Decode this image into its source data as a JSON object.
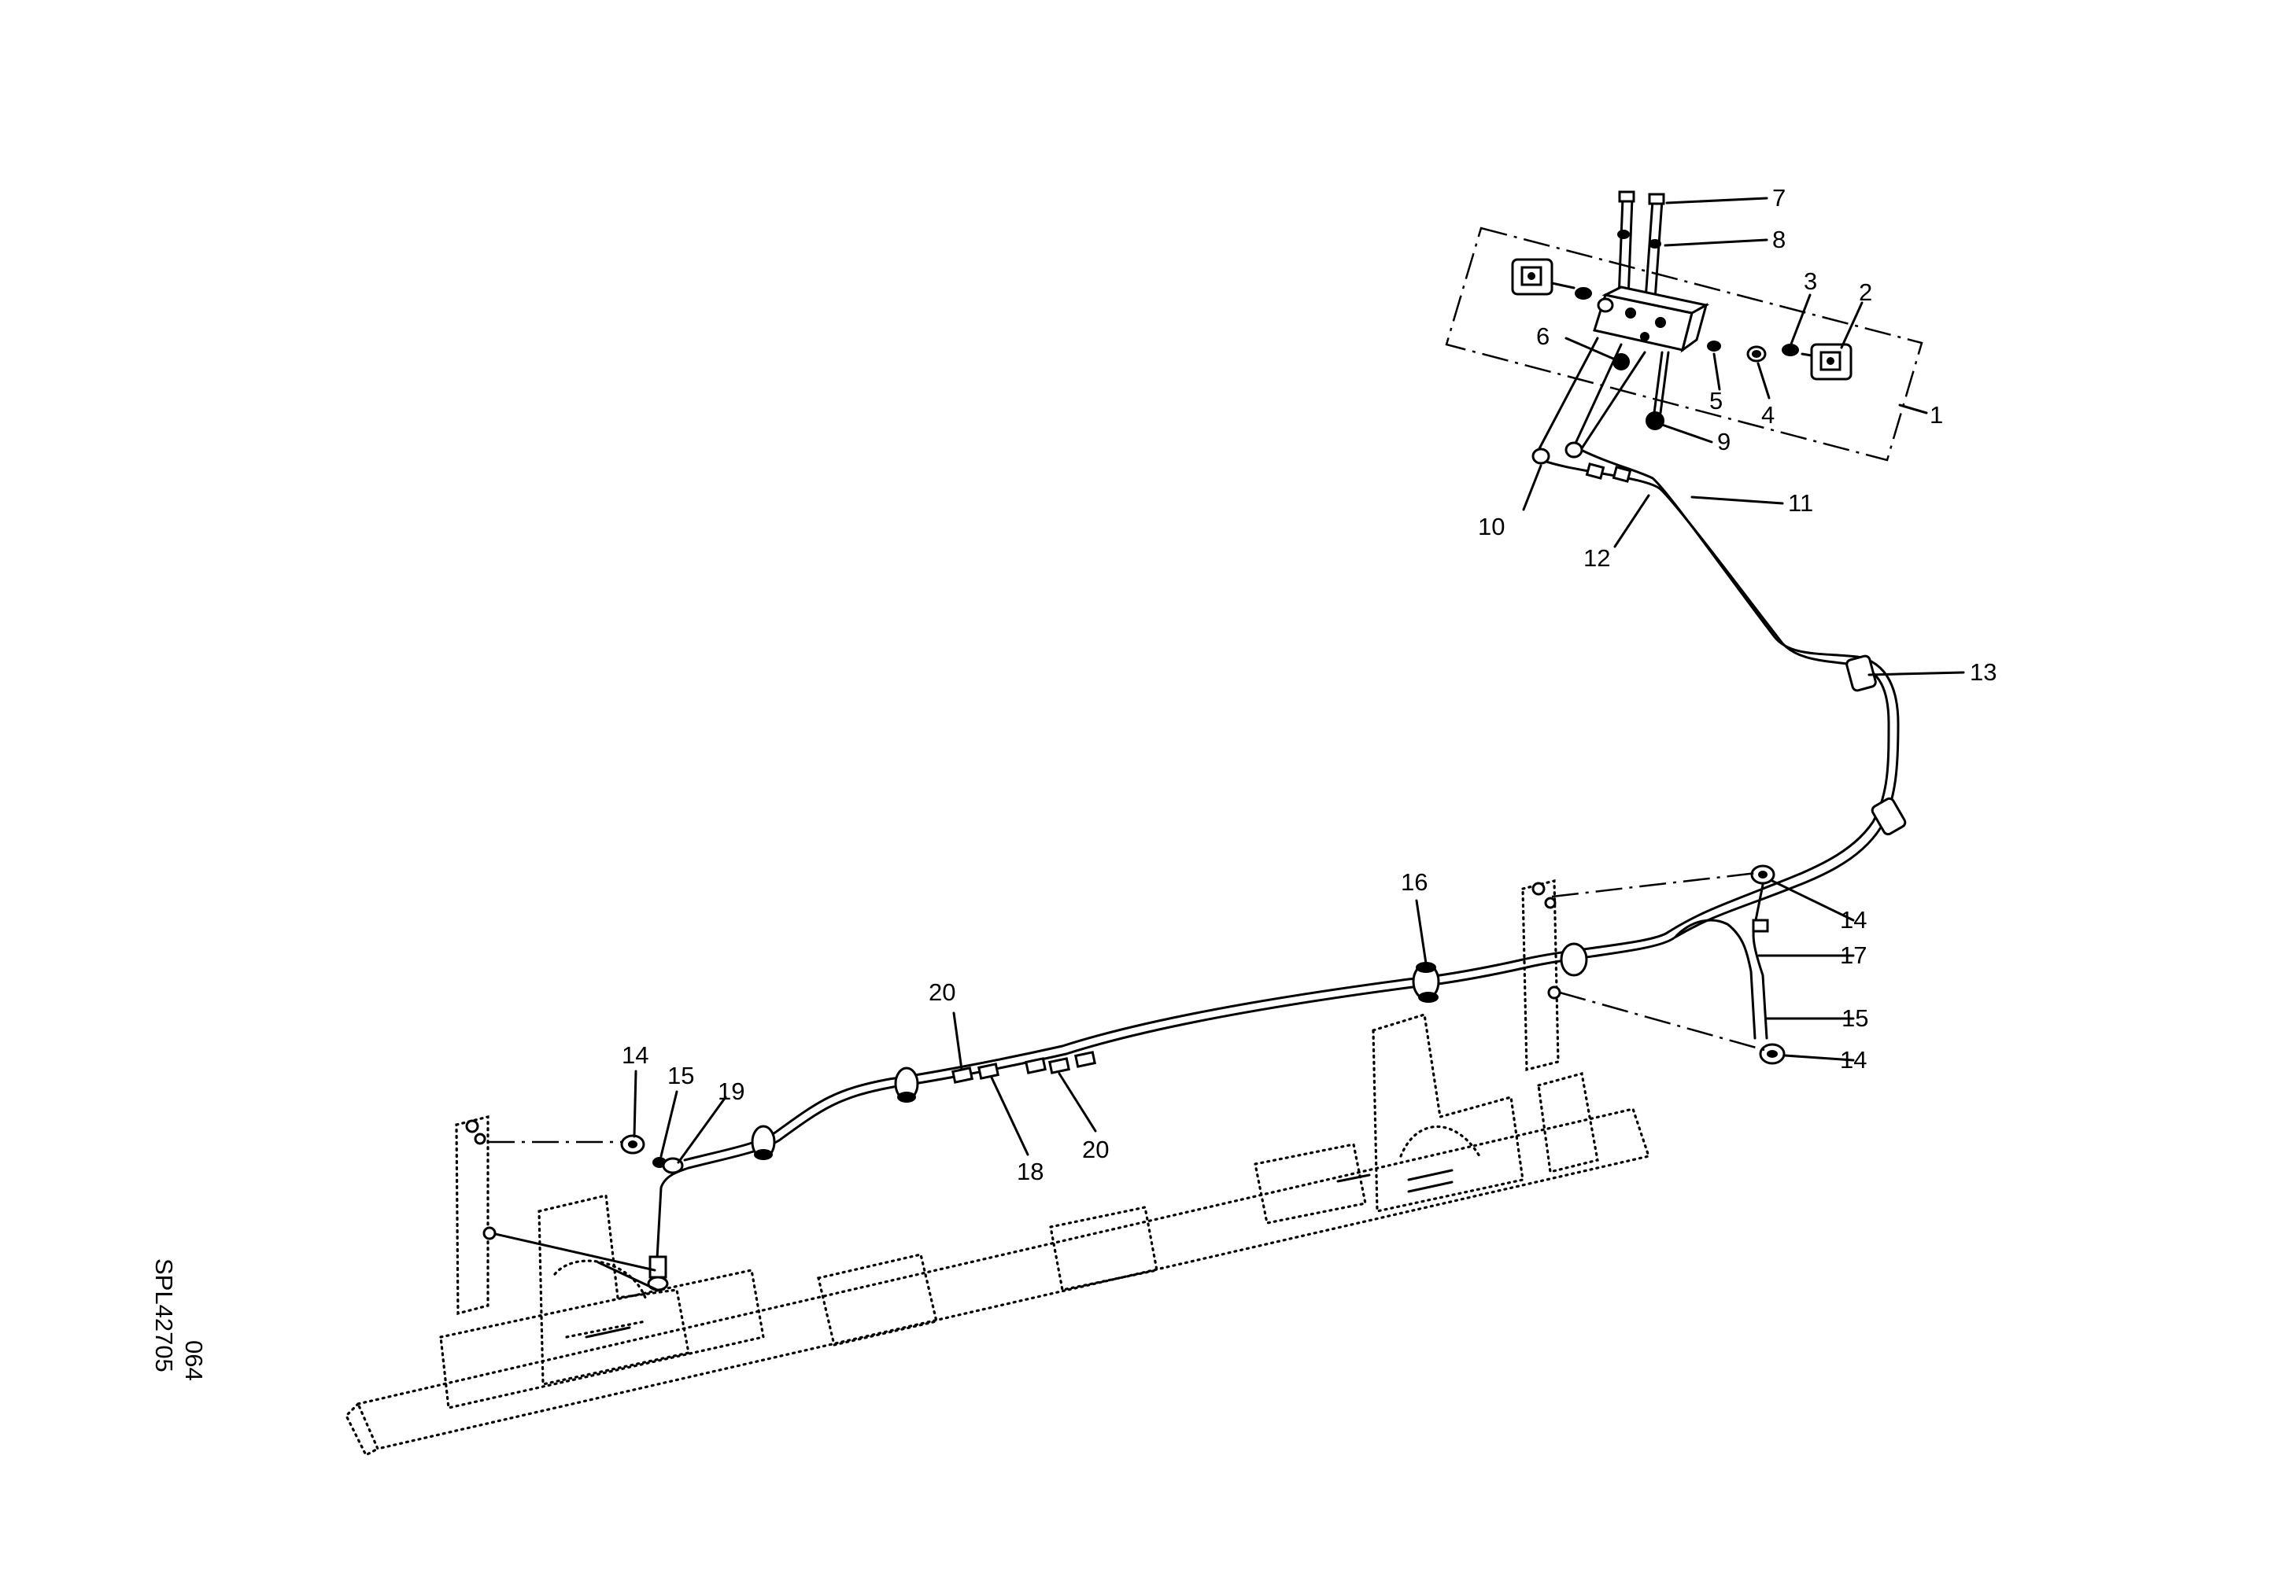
{
  "drawing": {
    "part_callouts": {
      "n1": "1",
      "n2": "2",
      "n3": "3",
      "n4": "4",
      "n5": "5",
      "n6": "6",
      "n7": "7",
      "n8": "8",
      "n9": "9",
      "n10": "10",
      "n11": "11",
      "n12": "12",
      "n13": "13",
      "n14": "14",
      "n15": "15",
      "n16": "16",
      "n17": "17",
      "n18": "18",
      "n19": "19",
      "n20": "20"
    },
    "reference_code": "SPL42705",
    "sheet_number": "064"
  }
}
